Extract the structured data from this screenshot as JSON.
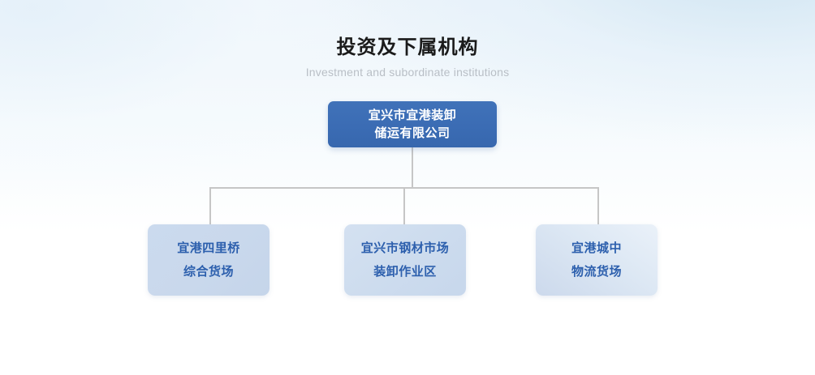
{
  "heading": {
    "title": "投资及下属机构",
    "subtitle": "Investment and subordinate institutions"
  },
  "chart_data": {
    "type": "diagram",
    "diagram_type": "organization-chart",
    "title": "投资及下属机构",
    "subtitle": "Investment and subordinate institutions",
    "root": {
      "id": "root",
      "label": "宜兴市宜港装卸\n储运有限公司",
      "label_line1": "宜兴市宜港装卸",
      "label_line2": "储运有限公司",
      "level": 0,
      "fill": "#3b6cb4",
      "text_color": "#ffffff"
    },
    "children": [
      {
        "id": "child-1",
        "label_line1": "宜港四里桥",
        "label_line2": "综合货场",
        "level": 1,
        "parent": "root",
        "fill": "#c9d8ec",
        "text_color": "#2c5fad"
      },
      {
        "id": "child-2",
        "label_line1": "宜兴市钢材市场",
        "label_line2": "装卸作业区",
        "level": 1,
        "parent": "root",
        "fill": "#cddcee",
        "text_color": "#2c5fad"
      },
      {
        "id": "child-3",
        "label_line1": "宜港城中",
        "label_line2": "物流货场",
        "level": 1,
        "parent": "root",
        "fill": "#dde8f4",
        "text_color": "#2c5fad"
      }
    ],
    "edges": [
      {
        "from": "root",
        "to": "child-1"
      },
      {
        "from": "root",
        "to": "child-2"
      },
      {
        "from": "root",
        "to": "child-3"
      }
    ],
    "connector_color": "#c6c6c6",
    "background": "linear-gradient light blue to white"
  },
  "colors": {
    "root_fill": "#3b6cb4",
    "child_fill": "#c9d8ec",
    "accent_text": "#2c5fad",
    "connector": "#c6c6c6",
    "title_text": "#1b1b1b",
    "subtitle_text": "#b9bfc6"
  }
}
